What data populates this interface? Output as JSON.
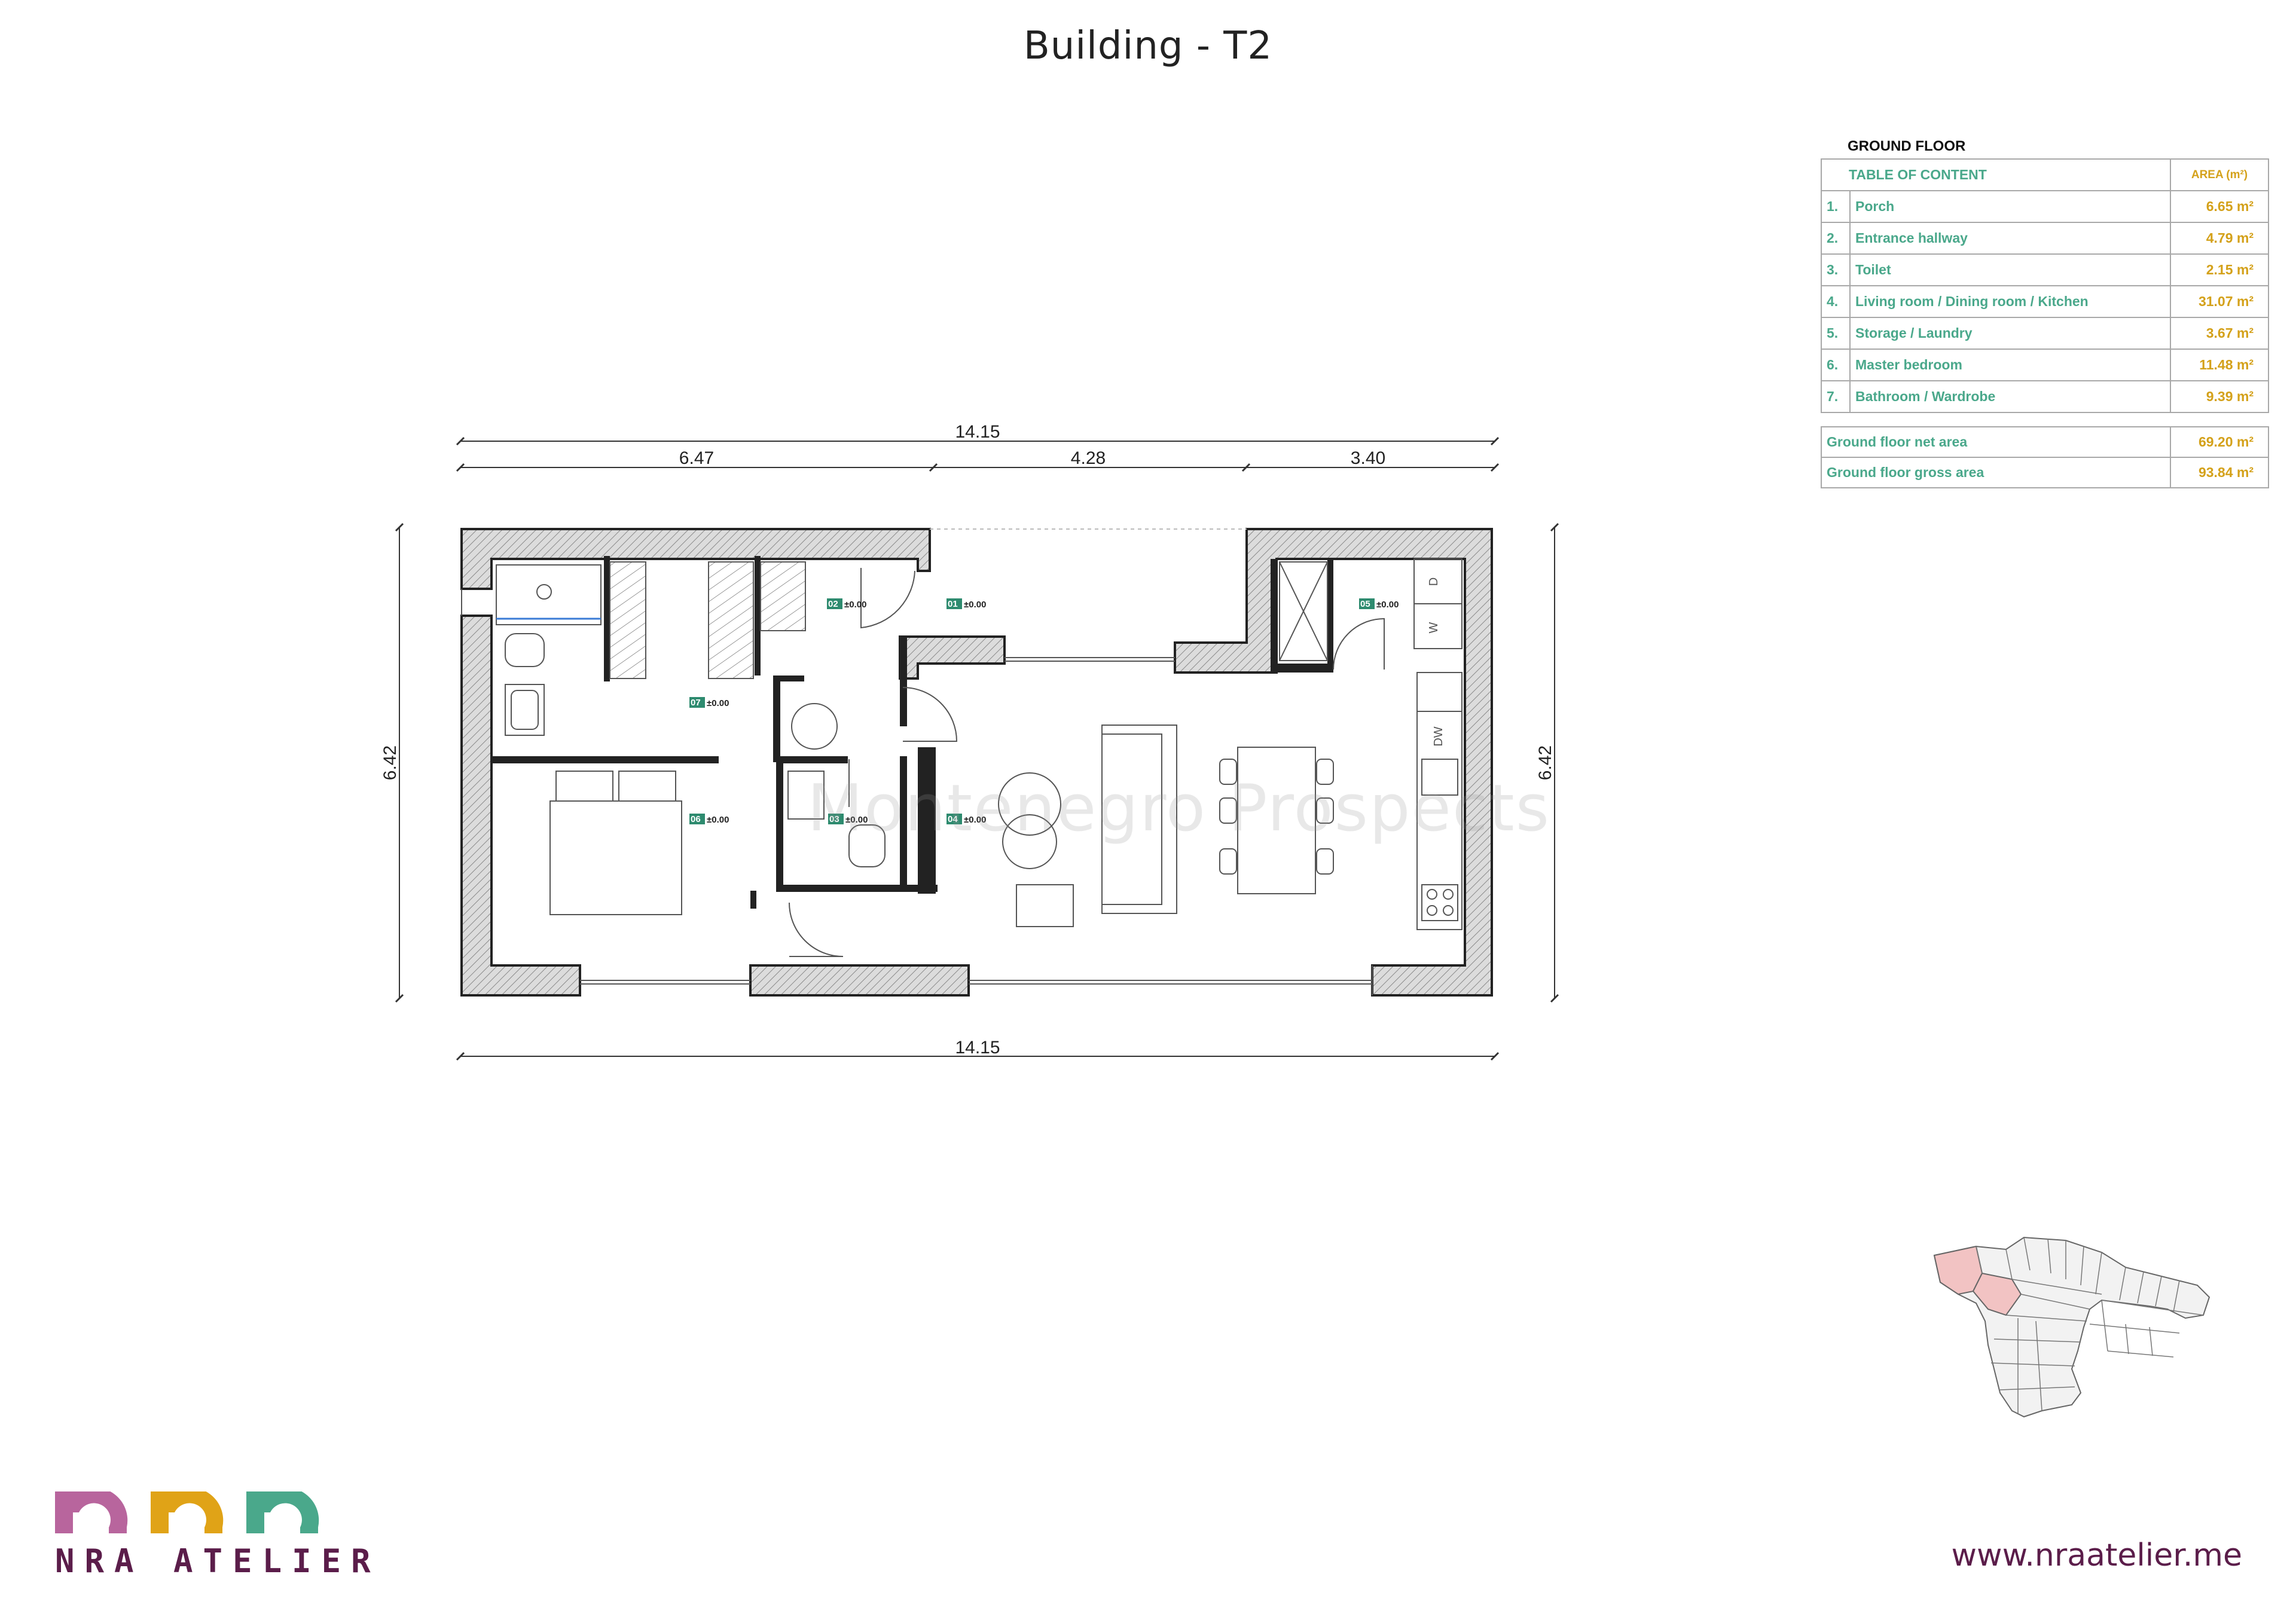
{
  "page": {
    "title": "Building - T2",
    "website": "www.nraatelier.me",
    "watermark": "Montenegro Prospects"
  },
  "logo": {
    "text": "NRA ATELIER",
    "colors": [
      "#b8659d",
      "#e0a317",
      "#4aa88b"
    ]
  },
  "dimensions": {
    "top_total": "14.15",
    "top_segments": [
      "6.47",
      "4.28",
      "3.40"
    ],
    "bottom_total": "14.15",
    "left_height": "6.42",
    "right_height": "6.42"
  },
  "rooms": [
    {
      "tag": "01",
      "level": "±0.00"
    },
    {
      "tag": "02",
      "level": "±0.00"
    },
    {
      "tag": "03",
      "level": "±0.00"
    },
    {
      "tag": "04",
      "level": "±0.00"
    },
    {
      "tag": "05",
      "level": "±0.00"
    },
    {
      "tag": "06",
      "level": "±0.00"
    },
    {
      "tag": "07",
      "level": "±0.00"
    }
  ],
  "appliances": {
    "dryer": "D",
    "washer": "W",
    "dishwasher": "DW"
  },
  "area_table": {
    "floor_label": "GROUND FLOOR",
    "header_name": "TABLE OF CONTENT",
    "header_area": "AREA (m²)",
    "rows": [
      {
        "num": "1.",
        "name": "Porch",
        "area": "6.65 m²"
      },
      {
        "num": "2.",
        "name": "Entrance hallway",
        "area": "4.79 m²"
      },
      {
        "num": "3.",
        "name": "Toilet",
        "area": "2.15 m²"
      },
      {
        "num": "4.",
        "name": "Living room / Dining room / Kitchen",
        "area": "31.07 m²"
      },
      {
        "num": "5.",
        "name": "Storage / Laundry",
        "area": "3.67 m²"
      },
      {
        "num": "6.",
        "name": "Master bedroom",
        "area": "11.48 m²"
      },
      {
        "num": "7.",
        "name": "Bathroom / Wardrobe",
        "area": "9.39 m²"
      }
    ],
    "totals": [
      {
        "name": "Ground floor net area",
        "area": "69.20 m²"
      },
      {
        "name": "Ground floor gross area",
        "area": "93.84 m²"
      }
    ]
  },
  "colors": {
    "accent_green": "#4aa88b",
    "accent_gold": "#d4a11a",
    "brand_purple": "#5b1d4a",
    "highlight_pink": "#f2c3c3"
  }
}
